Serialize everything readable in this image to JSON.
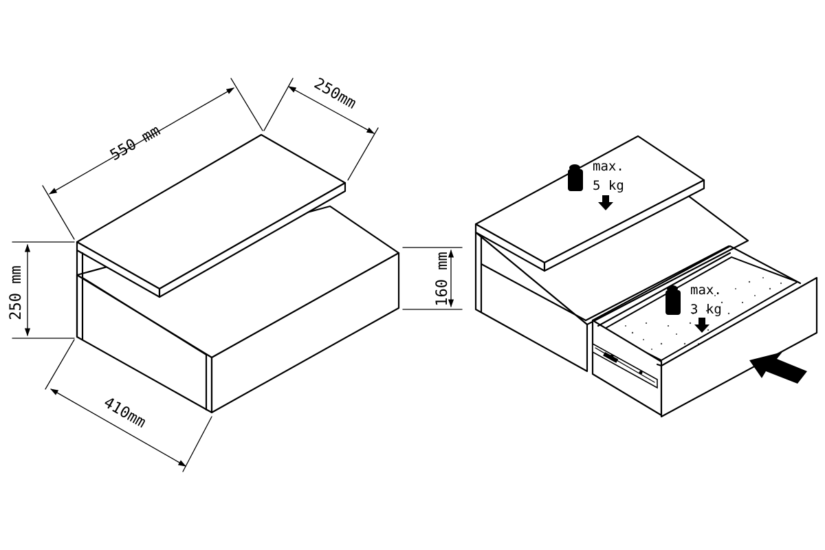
{
  "dimensions": {
    "width": "550 mm",
    "depth_top": "250mm",
    "height": "250 mm",
    "drawer_height": "160 mm",
    "depth": "410mm"
  },
  "loads": {
    "top_label_1": "max.",
    "top_label_2": "5 kg",
    "drawer_label_1": "max.",
    "drawer_label_2": "3 kg"
  }
}
